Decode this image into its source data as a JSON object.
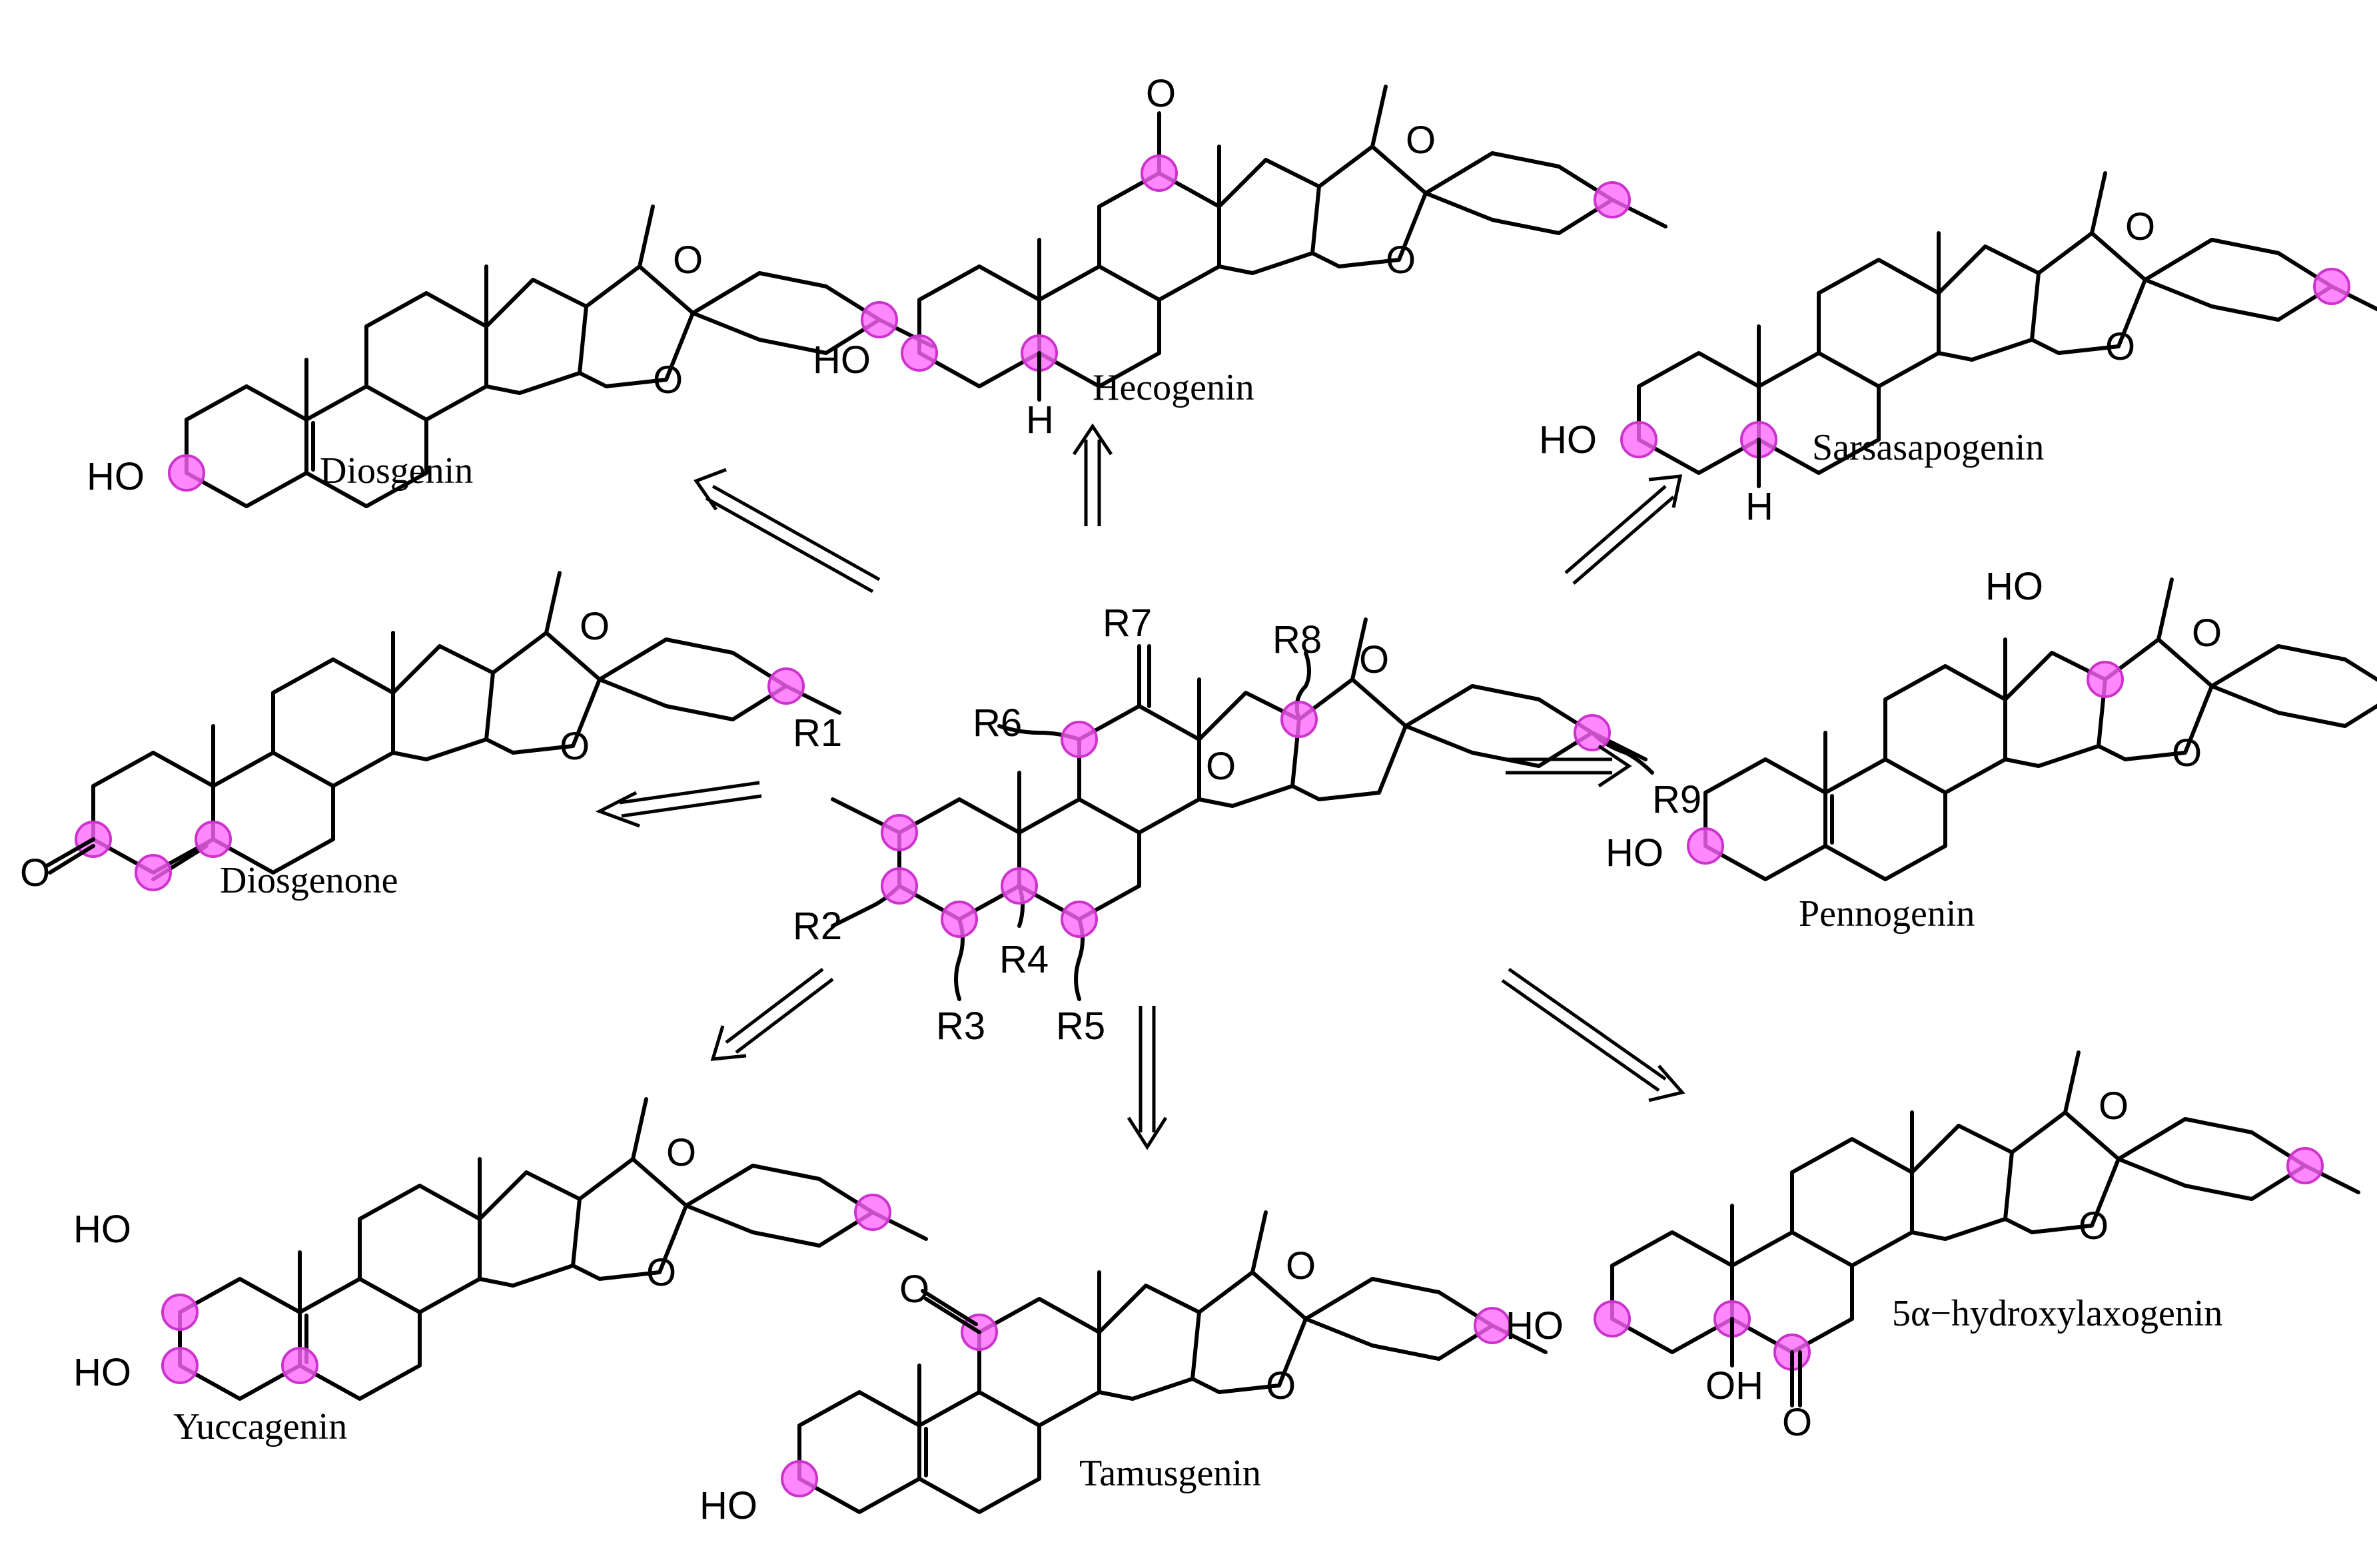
{
  "highlight_color": "#ff66ff",
  "center": {
    "substituents": [
      "R1",
      "R2",
      "R3",
      "R4",
      "R5",
      "R6",
      "R7",
      "R8",
      "R9"
    ]
  },
  "compounds": [
    {
      "id": "diosgenin",
      "name": "Diosgenin",
      "labels": [
        "HO",
        "O",
        "O"
      ]
    },
    {
      "id": "hecogenin",
      "name": "Hecogenin",
      "labels": [
        "HO",
        "H",
        "O",
        "O",
        "O"
      ]
    },
    {
      "id": "sarsasapogenin",
      "name": "Sarsasapogenin",
      "labels": [
        "HO",
        "H",
        "O",
        "O"
      ]
    },
    {
      "id": "diosgenone",
      "name": "Diosgenone",
      "labels": [
        "O",
        "O",
        "O"
      ]
    },
    {
      "id": "pennogenin",
      "name": "Pennogenin",
      "labels": [
        "HO",
        "HO",
        "O",
        "O"
      ]
    },
    {
      "id": "yuccagenin",
      "name": "Yuccagenin",
      "labels": [
        "HO",
        "HO",
        "O",
        "O"
      ]
    },
    {
      "id": "tamusgenin",
      "name": "Tamusgenin",
      "labels": [
        "HO",
        "O",
        "O",
        "O"
      ]
    },
    {
      "id": "hydroxylaxogenin",
      "name": "5α−hydroxylaxogenin",
      "labels": [
        "HO",
        "OH",
        "O",
        "O",
        "O"
      ]
    }
  ]
}
